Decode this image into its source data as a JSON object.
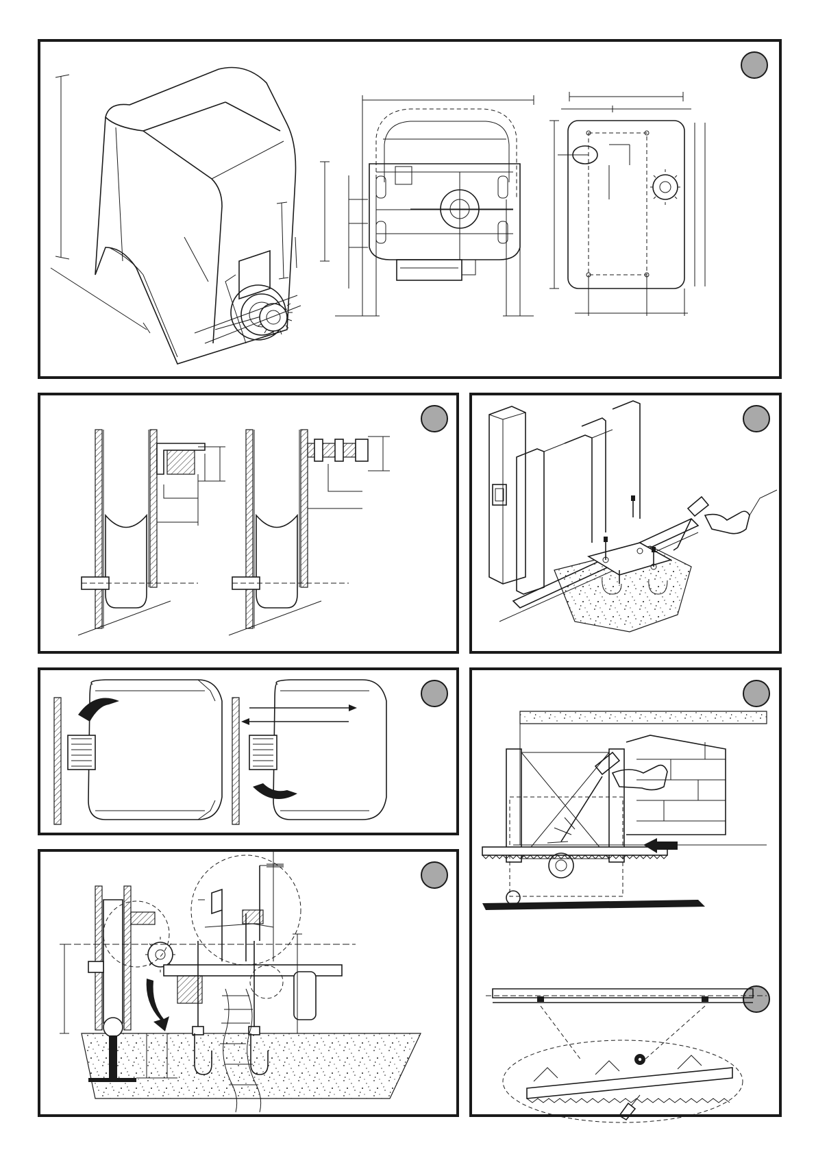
{
  "badge_color": "#a9a9a9",
  "border_color": "#1a1a1a",
  "panels": [
    {
      "id": "motor-dimensions",
      "badge": ""
    },
    {
      "id": "rail-bracket-sections",
      "badge": ""
    },
    {
      "id": "baseplate-anchoring",
      "badge": ""
    },
    {
      "id": "motor-release",
      "badge": ""
    },
    {
      "id": "installation-section",
      "badge": ""
    },
    {
      "id": "rack-mounting",
      "badge": "",
      "badge_secondary": ""
    }
  ]
}
